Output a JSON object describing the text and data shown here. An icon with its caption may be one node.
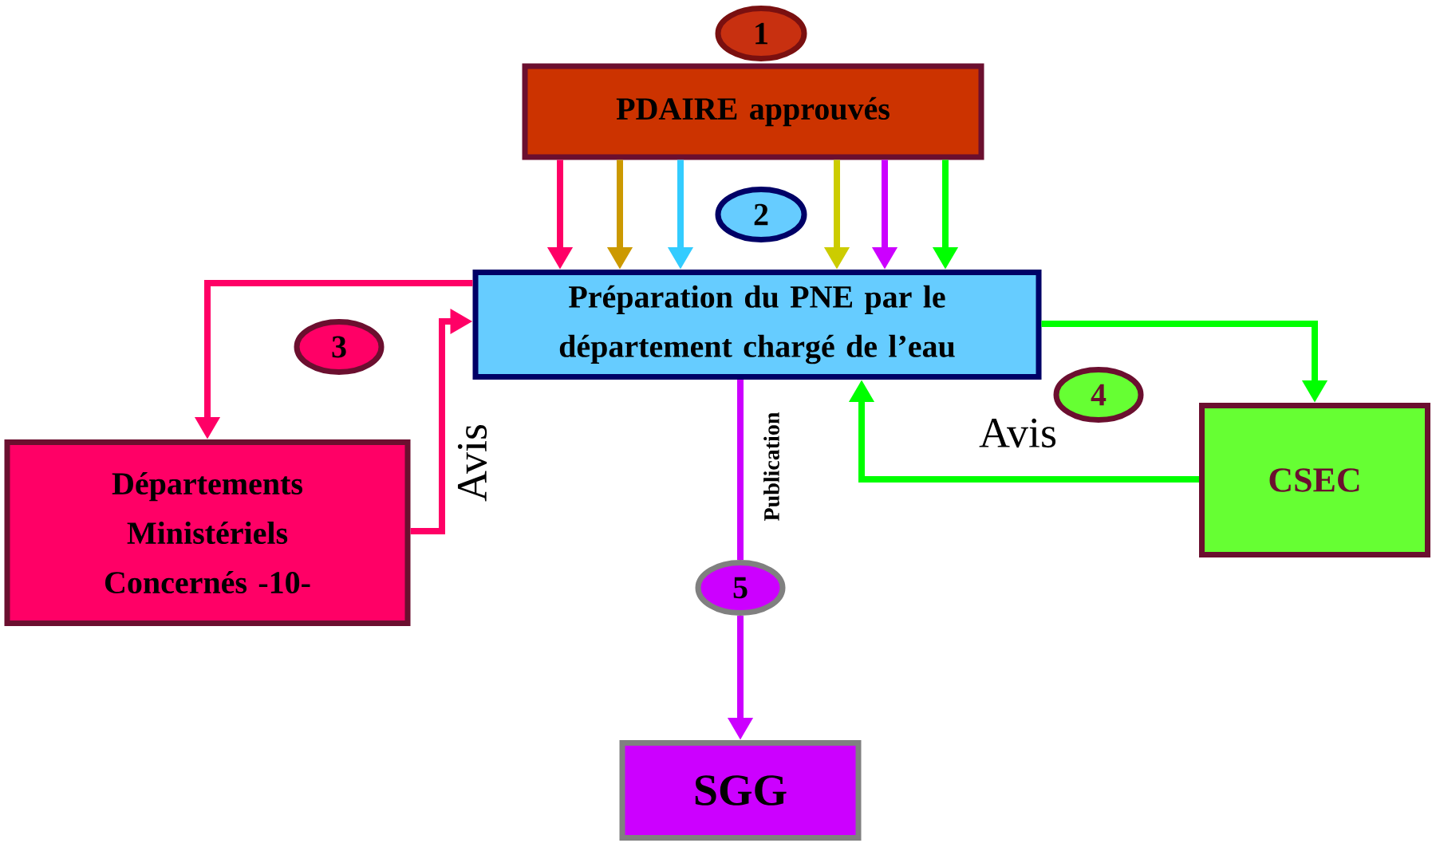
{
  "diagram": {
    "nodes": [
      {
        "text": [
          "1"
        ]
      },
      {
        "text": [
          "PDAIRE approuvés"
        ]
      },
      {
        "text": [
          "2"
        ]
      },
      {
        "text": [
          "Préparation du PNE par le département chargé de l’eau"
        ]
      },
      {
        "text": [
          "3"
        ]
      },
      {
        "text": [
          "Départements Ministériels Concernés -10-"
        ]
      },
      {
        "text": [
          "4"
        ]
      },
      {
        "text": [
          "CSEC"
        ]
      },
      {
        "text": [
          "5"
        ]
      },
      {
        "text": [
          "SGG"
        ]
      }
    ],
    "edges": [
      {
        "from": 1,
        "to": 3,
        "arrow": "to",
        "color": "#ff0066"
      },
      {
        "from": 1,
        "to": 3,
        "arrow": "to",
        "color": "#cc9900"
      },
      {
        "from": 1,
        "to": 3,
        "arrow": "to",
        "color": "#33ccff"
      },
      {
        "from": 1,
        "to": 3,
        "arrow": "to",
        "color": "#cccc00"
      },
      {
        "from": 1,
        "to": 3,
        "arrow": "to",
        "color": "#cc00ff"
      },
      {
        "from": 1,
        "to": 3,
        "arrow": "to",
        "color": "#00ff00"
      },
      {
        "from": 3,
        "to": 5,
        "arrow": "to",
        "color": "#ff0066"
      },
      {
        "from": 5,
        "to": 3,
        "arrow": "to",
        "label": "Avis",
        "color": "#ff0066"
      },
      {
        "from": 3,
        "to": 7,
        "arrow": "to",
        "color": "#00ff00"
      },
      {
        "from": 7,
        "to": 3,
        "arrow": "to",
        "label": "Avis",
        "color": "#00ff00"
      },
      {
        "from": 3,
        "to": 8,
        "arrow": "none",
        "label": "Publication",
        "color": "#cc00ff"
      },
      {
        "from": 8,
        "to": 9,
        "arrow": "to",
        "color": "#cc00ff"
      }
    ]
  }
}
